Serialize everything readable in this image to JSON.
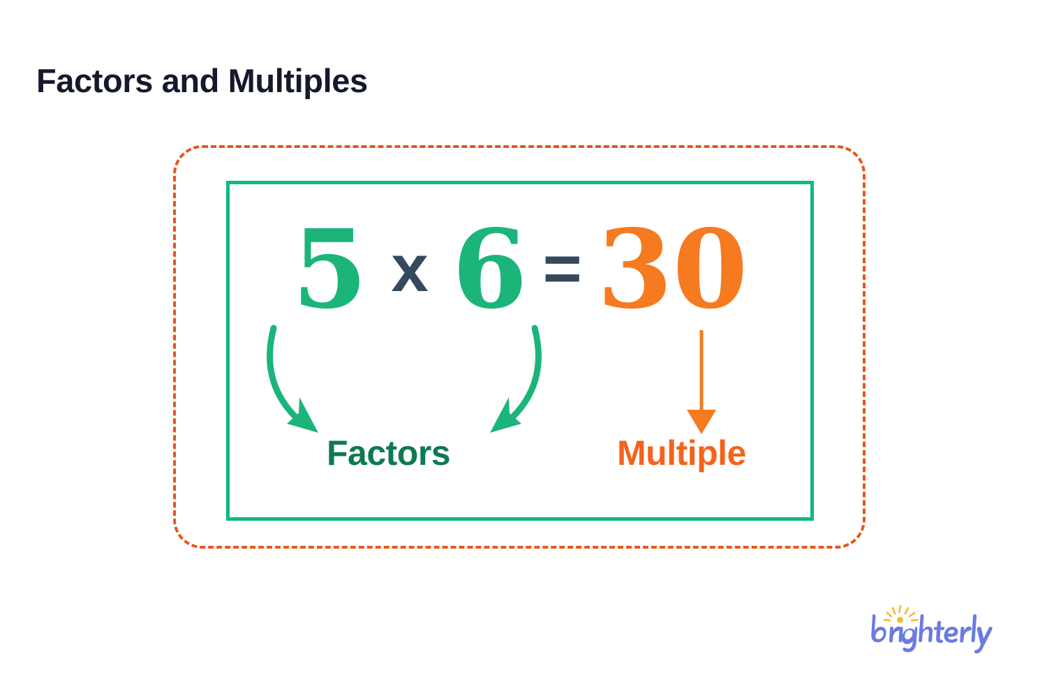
{
  "page": {
    "title": "Factors and Multiples",
    "background_color": "#ffffff"
  },
  "diagram": {
    "outer_frame": {
      "name": "dashed-rounded-frame",
      "style": "dashed",
      "color": "#E8561B"
    },
    "inner_frame": {
      "name": "solid-rectangle-frame",
      "style": "solid",
      "color": "#0FB97F"
    },
    "equation": {
      "factor_1": "5",
      "operator_multiply": "x",
      "factor_2": "6",
      "operator_equals": "=",
      "product": "30",
      "factor_color": "#1BB57A",
      "operator_color": "#364A5E",
      "product_color": "#F57A20"
    },
    "labels": [
      {
        "id": "factors",
        "text": "Factors",
        "color": "#0E7A52",
        "points_to": [
          "5",
          "6"
        ]
      },
      {
        "id": "multiple",
        "text": "Multiple",
        "color": "#F4631B",
        "points_to": [
          "30"
        ]
      }
    ],
    "arrows": [
      {
        "id": "arrow-from-5",
        "icon": "curved-arrow-down-right-icon",
        "color": "#1BB57A"
      },
      {
        "id": "arrow-from-6",
        "icon": "curved-arrow-down-left-icon",
        "color": "#1BB57A"
      },
      {
        "id": "arrow-from-30",
        "icon": "straight-arrow-down-icon",
        "color": "#F57A20"
      }
    ]
  },
  "brand": {
    "name": "Brighterly",
    "wordmark_color": "#6B7BE0",
    "sunburst_color": "#F5B82E",
    "sunburst_icon": "sunburst-icon"
  }
}
